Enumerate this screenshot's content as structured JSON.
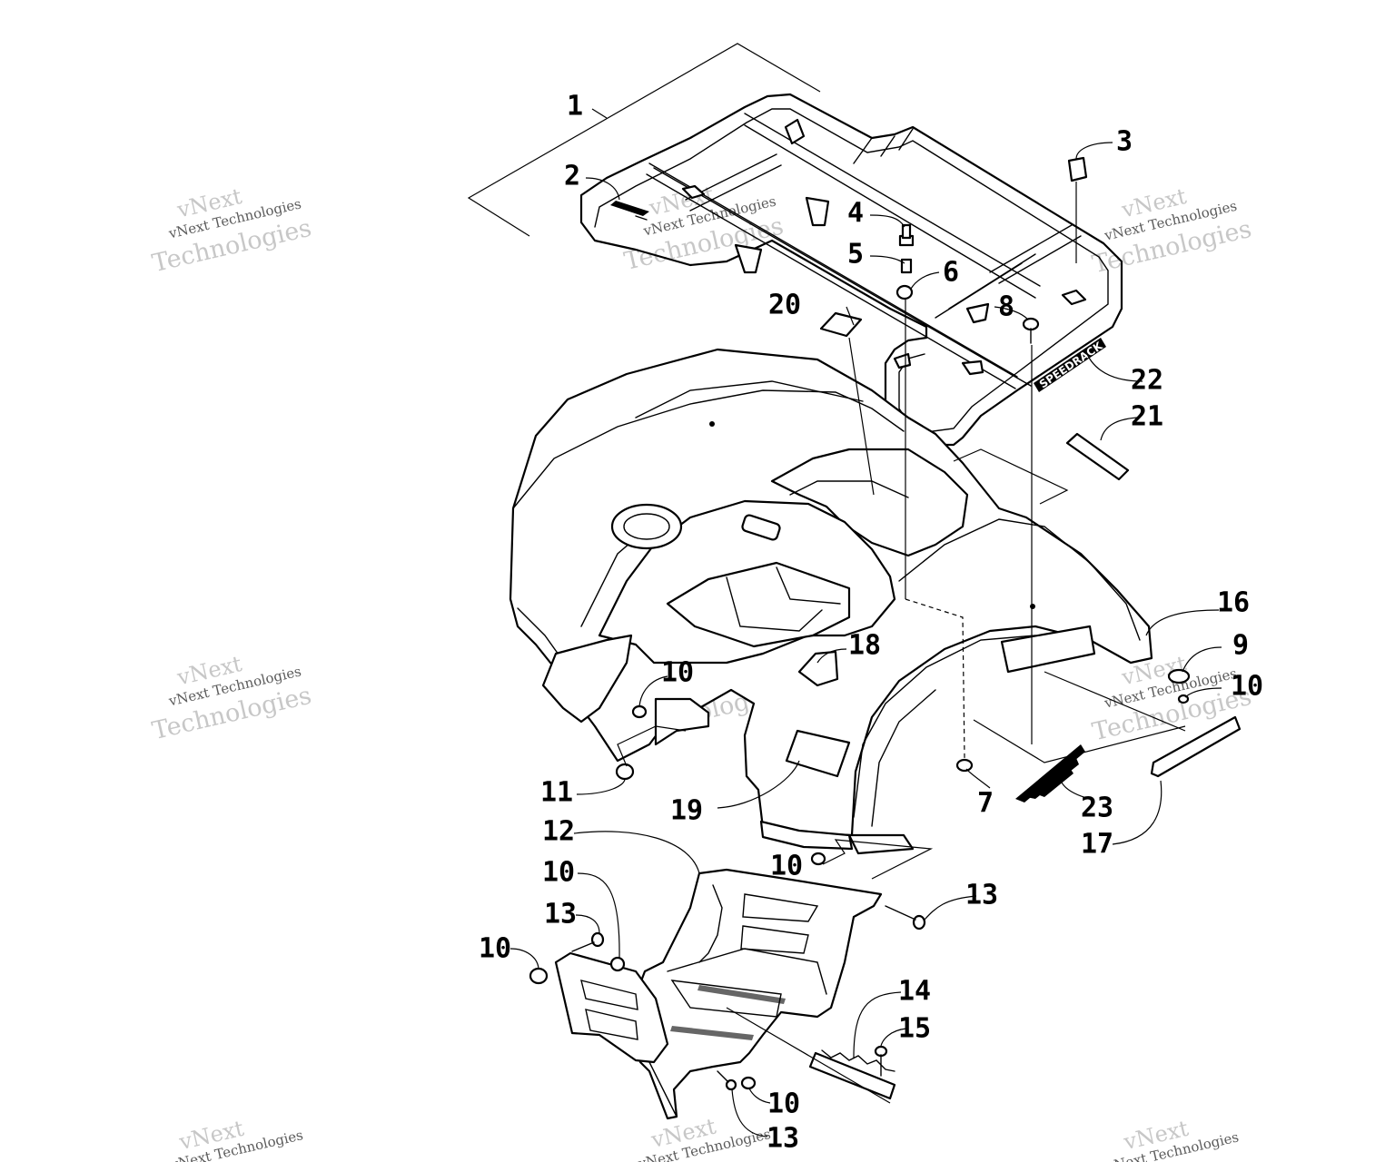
{
  "watermark": {
    "line1": "vNext",
    "line2": "vNext Technologies",
    "line3": "Technologies"
  },
  "rack_decal": "SPEEDRACK",
  "callouts": [
    {
      "id": "c1",
      "label": "1"
    },
    {
      "id": "c2",
      "label": "2"
    },
    {
      "id": "c3",
      "label": "3"
    },
    {
      "id": "c4",
      "label": "4"
    },
    {
      "id": "c5",
      "label": "5"
    },
    {
      "id": "c6",
      "label": "6"
    },
    {
      "id": "c7",
      "label": "7"
    },
    {
      "id": "c8",
      "label": "8"
    },
    {
      "id": "c9",
      "label": "9"
    },
    {
      "id": "c10a",
      "label": "10"
    },
    {
      "id": "c10b",
      "label": "10"
    },
    {
      "id": "c10c",
      "label": "10"
    },
    {
      "id": "c10d",
      "label": "10"
    },
    {
      "id": "c10e",
      "label": "10"
    },
    {
      "id": "c10f",
      "label": "10"
    },
    {
      "id": "c11",
      "label": "11"
    },
    {
      "id": "c12",
      "label": "12"
    },
    {
      "id": "c13a",
      "label": "13"
    },
    {
      "id": "c13b",
      "label": "13"
    },
    {
      "id": "c13c",
      "label": "13"
    },
    {
      "id": "c14",
      "label": "14"
    },
    {
      "id": "c15",
      "label": "15"
    },
    {
      "id": "c16",
      "label": "16"
    },
    {
      "id": "c17",
      "label": "17"
    },
    {
      "id": "c18",
      "label": "18"
    },
    {
      "id": "c19",
      "label": "19"
    },
    {
      "id": "c20",
      "label": "20"
    },
    {
      "id": "c21",
      "label": "21"
    },
    {
      "id": "c22",
      "label": "22"
    },
    {
      "id": "c23",
      "label": "23"
    }
  ]
}
